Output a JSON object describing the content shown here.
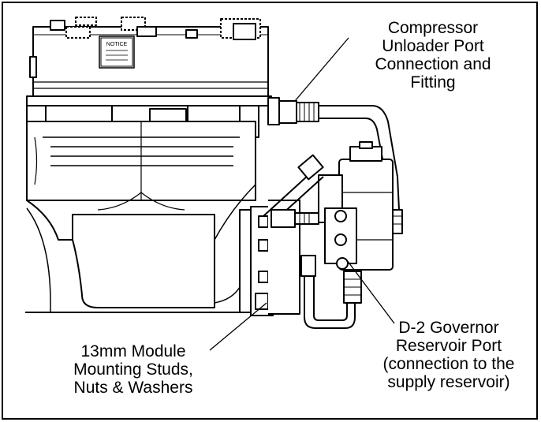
{
  "labels": {
    "unloader": [
      "Compressor",
      "Unloader Port",
      "Connection and",
      "Fitting"
    ],
    "studs": [
      "13mm Module",
      "Mounting Studs,",
      "Nuts & Washers"
    ],
    "governor": [
      "D-2 Governor",
      "Reservoir Port",
      "(connection to the",
      "supply reservoir)"
    ]
  },
  "plate": {
    "title": "NOTICE"
  }
}
